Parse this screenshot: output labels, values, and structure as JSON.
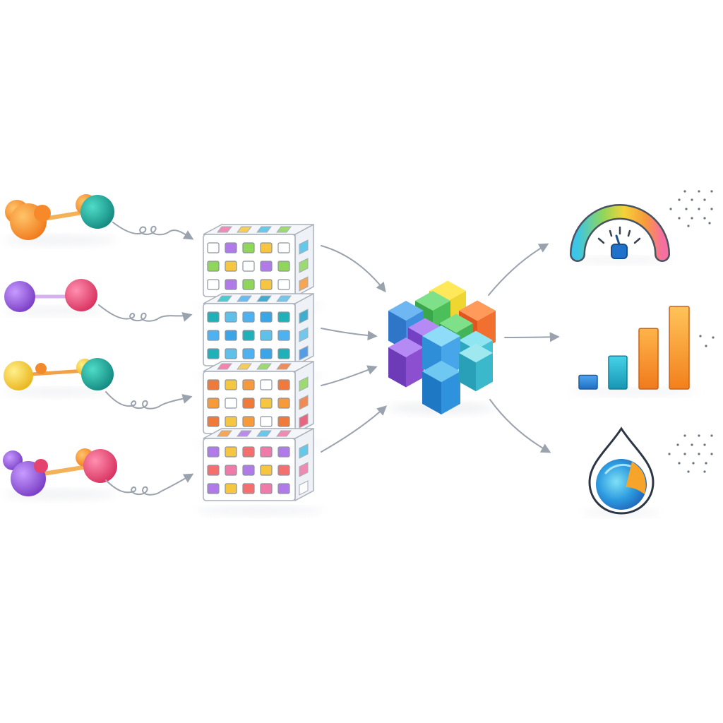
{
  "diagram": {
    "description_free": true,
    "stages": [
      {
        "id": "inputs",
        "items": [
          "molecule-orange-teal",
          "molecule-purple-pink",
          "molecule-yellow-teal",
          "molecule-purple-pink-2"
        ]
      },
      {
        "id": "grids",
        "items": [
          "feature-grid-1",
          "feature-grid-2",
          "feature-grid-3",
          "feature-grid-4"
        ]
      },
      {
        "id": "core",
        "items": [
          "cube-cluster"
        ]
      },
      {
        "id": "outputs",
        "items": [
          "gauge",
          "bar-chart",
          "droplet"
        ]
      }
    ],
    "colors": {
      "orange": "#f7892b",
      "teal": "#1aa79a",
      "purple": "#8b4fd0",
      "pink": "#e4436e",
      "yellow": "#f2c230",
      "blue": "#2f86d8",
      "green": "#4cbf5a",
      "arrow": "#9aa3ad",
      "outline": "#b9bec6"
    },
    "bar_levels": [
      0.15,
      0.36,
      0.66,
      0.9
    ]
  }
}
